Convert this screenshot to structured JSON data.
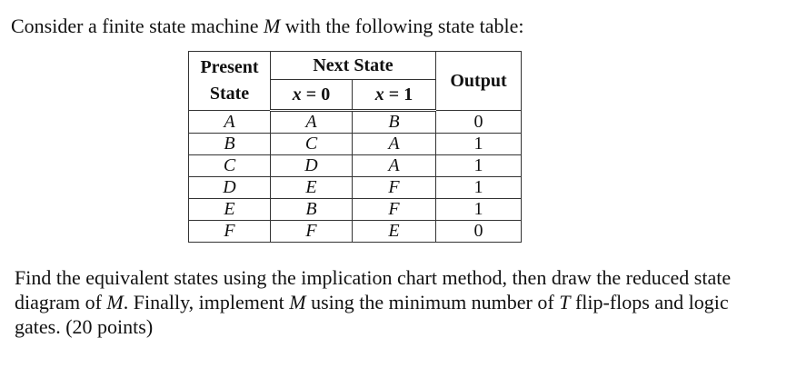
{
  "question": {
    "prompt_part1": "Consider a finite state machine ",
    "prompt_machine": "M",
    "prompt_part2": " with the following state table:"
  },
  "state_table": {
    "header_present_line1": "Present",
    "header_present_line2": "State",
    "header_next_state": "Next State",
    "header_x0_var": "x",
    "header_x0_eq": " = 0",
    "header_x1_var": "x",
    "header_x1_eq": " = 1",
    "header_output": "Output",
    "rows": [
      {
        "present": "A",
        "x0": "A",
        "x1": "B",
        "output": "0"
      },
      {
        "present": "B",
        "x0": "C",
        "x1": "A",
        "output": "1"
      },
      {
        "present": "C",
        "x0": "D",
        "x1": "A",
        "output": "1"
      },
      {
        "present": "D",
        "x0": "E",
        "x1": "F",
        "output": "1"
      },
      {
        "present": "E",
        "x0": "B",
        "x1": "F",
        "output": "1"
      },
      {
        "present": "F",
        "x0": "F",
        "x1": "E",
        "output": "0"
      }
    ]
  },
  "instructions": {
    "line1_a": "Find the equivalent states using the implication chart method, then draw the reduced state",
    "line2_a": "diagram of ",
    "line2_m": "M",
    "line2_b": ". Finally, implement ",
    "line2_m2": "M",
    "line2_c": " using the minimum number of ",
    "line2_t": "T",
    "line2_d": " flip-flops and logic",
    "line3": "gates. (20 points)"
  }
}
